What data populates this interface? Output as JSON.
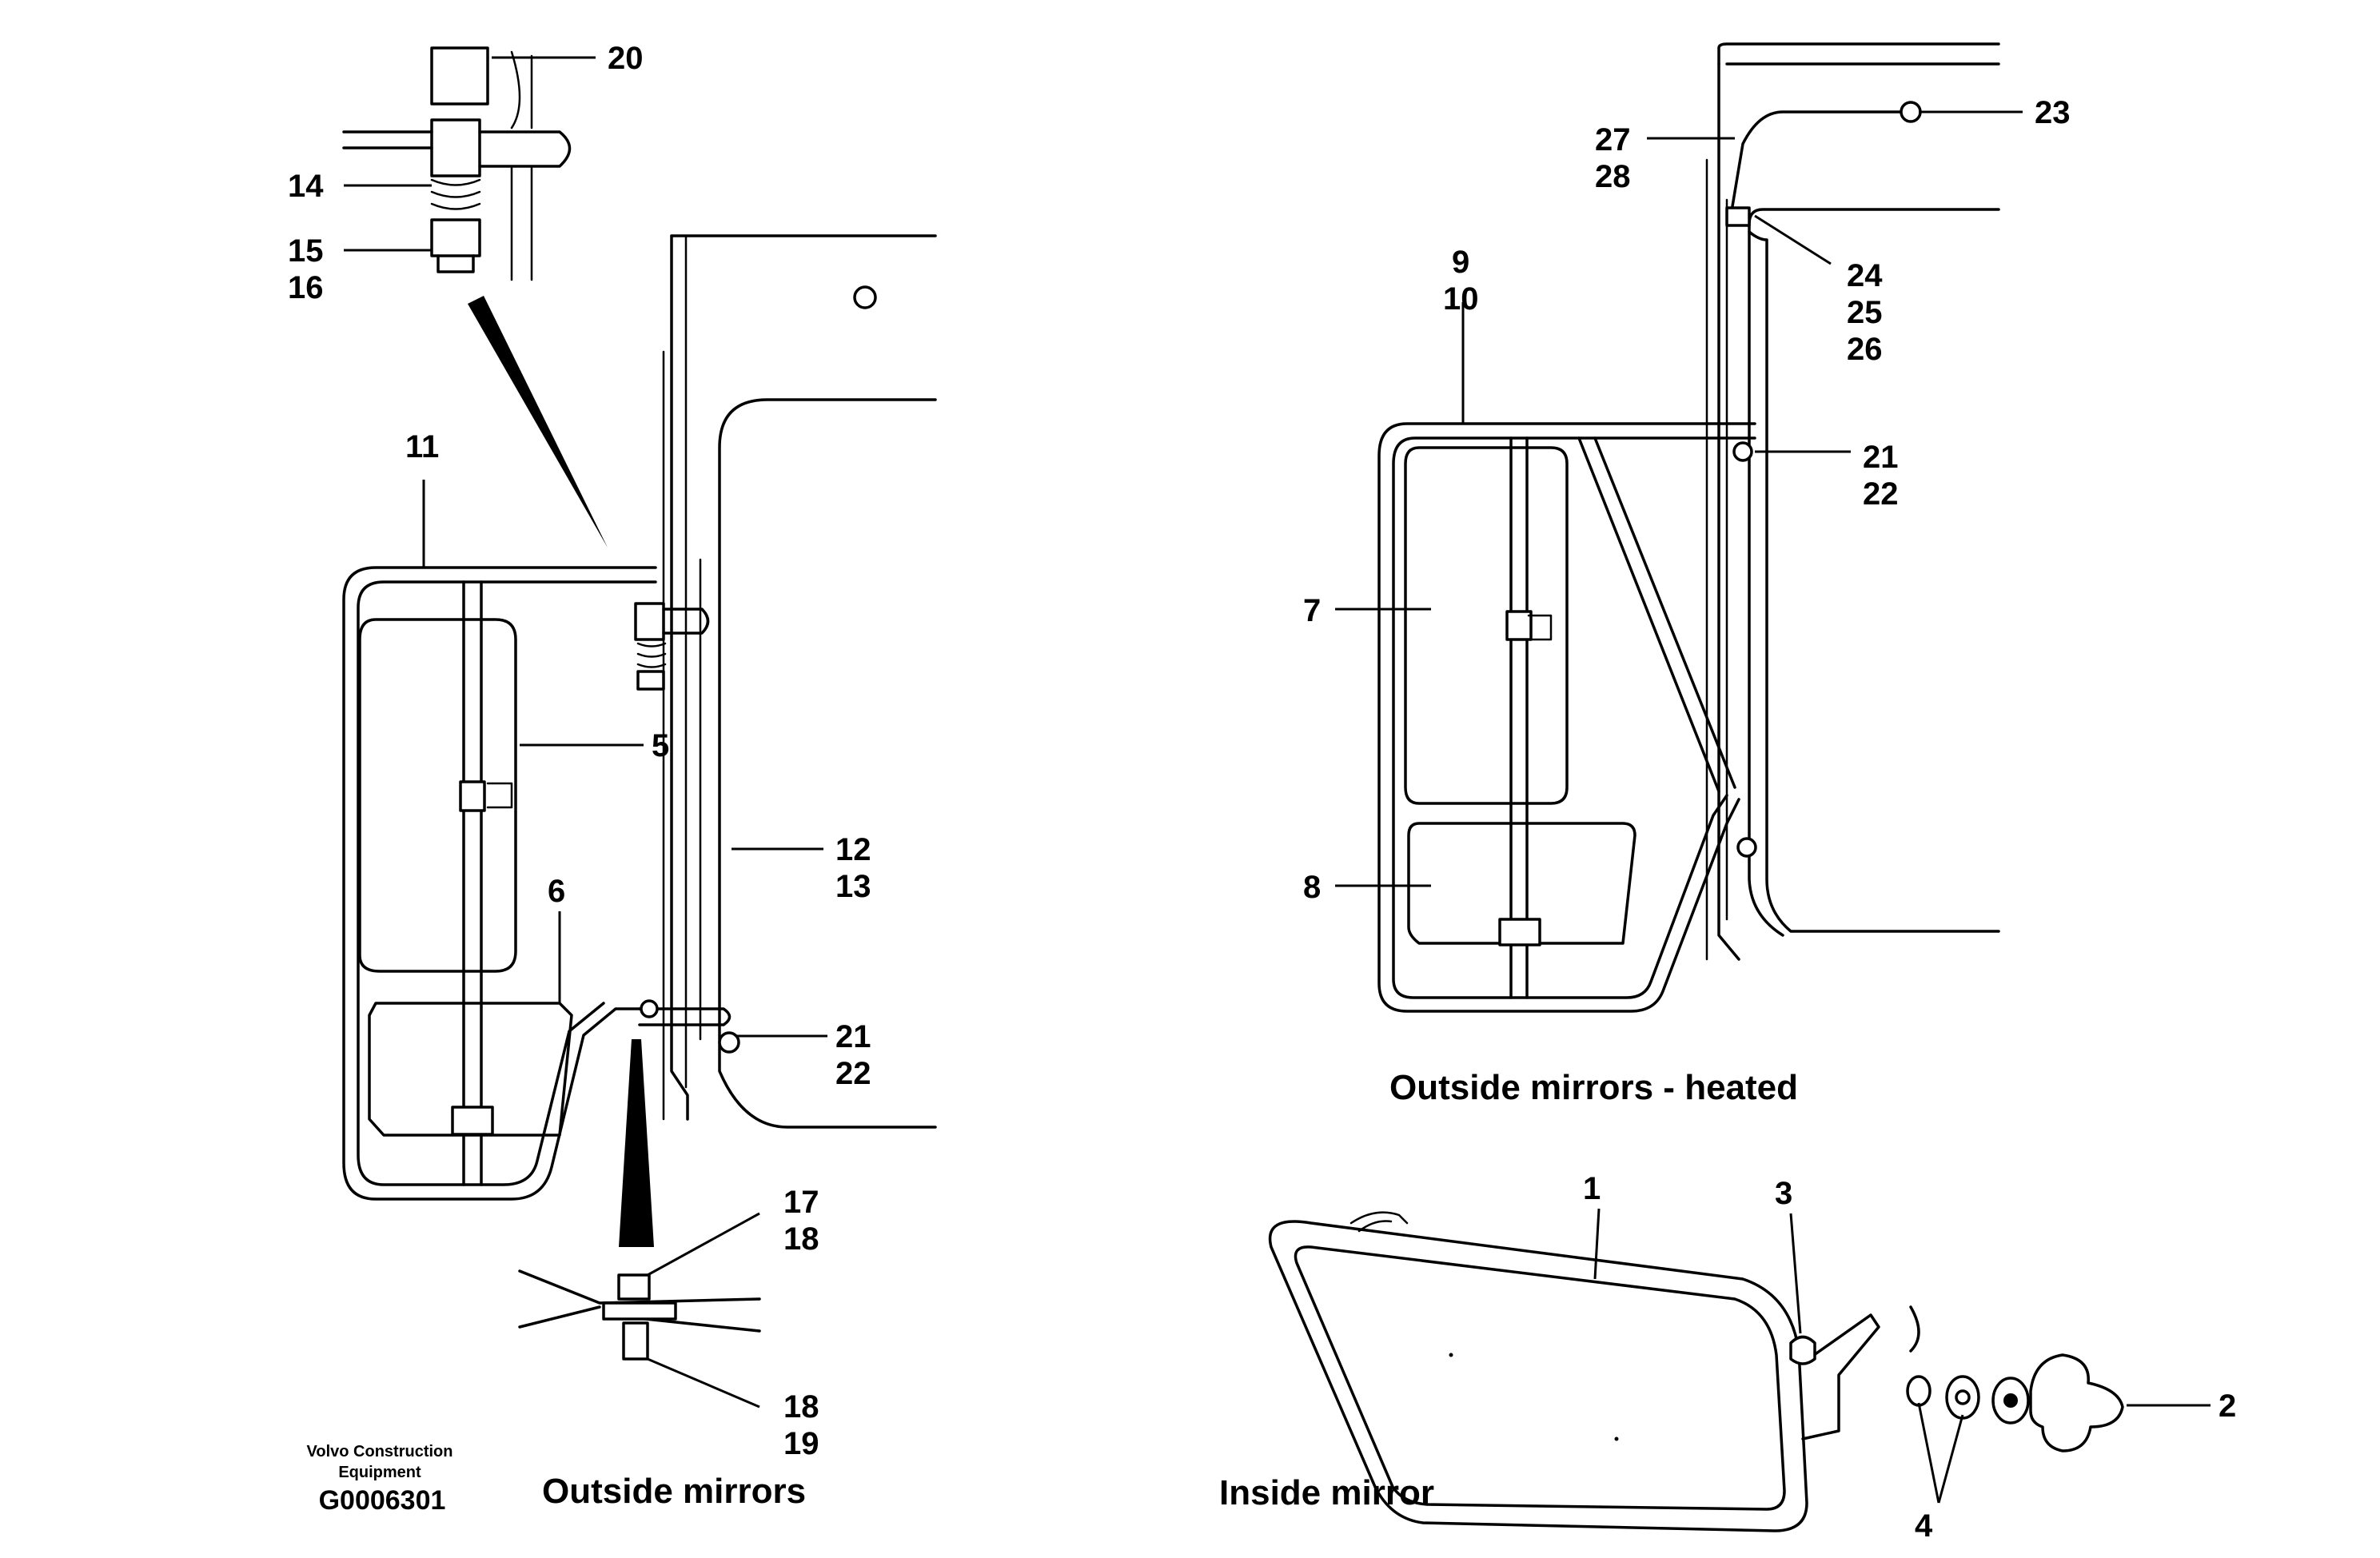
{
  "captions": {
    "outside": "Outside mirrors",
    "heated": "Outside mirrors - heated",
    "inside": "Inside mirror"
  },
  "credit": {
    "line1": "Volvo Construction",
    "line2": "Equipment",
    "code": "G0006301"
  },
  "labels": {
    "l20": "20",
    "l14": "14",
    "l15": "15",
    "l16": "16",
    "l11": "11",
    "l5": "5",
    "l6": "6",
    "l12": "12",
    "l13": "13",
    "l21a": "21",
    "l22a": "22",
    "l17": "17",
    "l18a": "18",
    "l18b": "18",
    "l19": "19",
    "l23": "23",
    "l27": "27",
    "l28": "28",
    "l24": "24",
    "l25": "25",
    "l26": "26",
    "l9": "9",
    "l10": "10",
    "l21b": "21",
    "l22b": "22",
    "l7": "7",
    "l8": "8",
    "l1": "1",
    "l3": "3",
    "l2": "2",
    "l4": "4"
  }
}
